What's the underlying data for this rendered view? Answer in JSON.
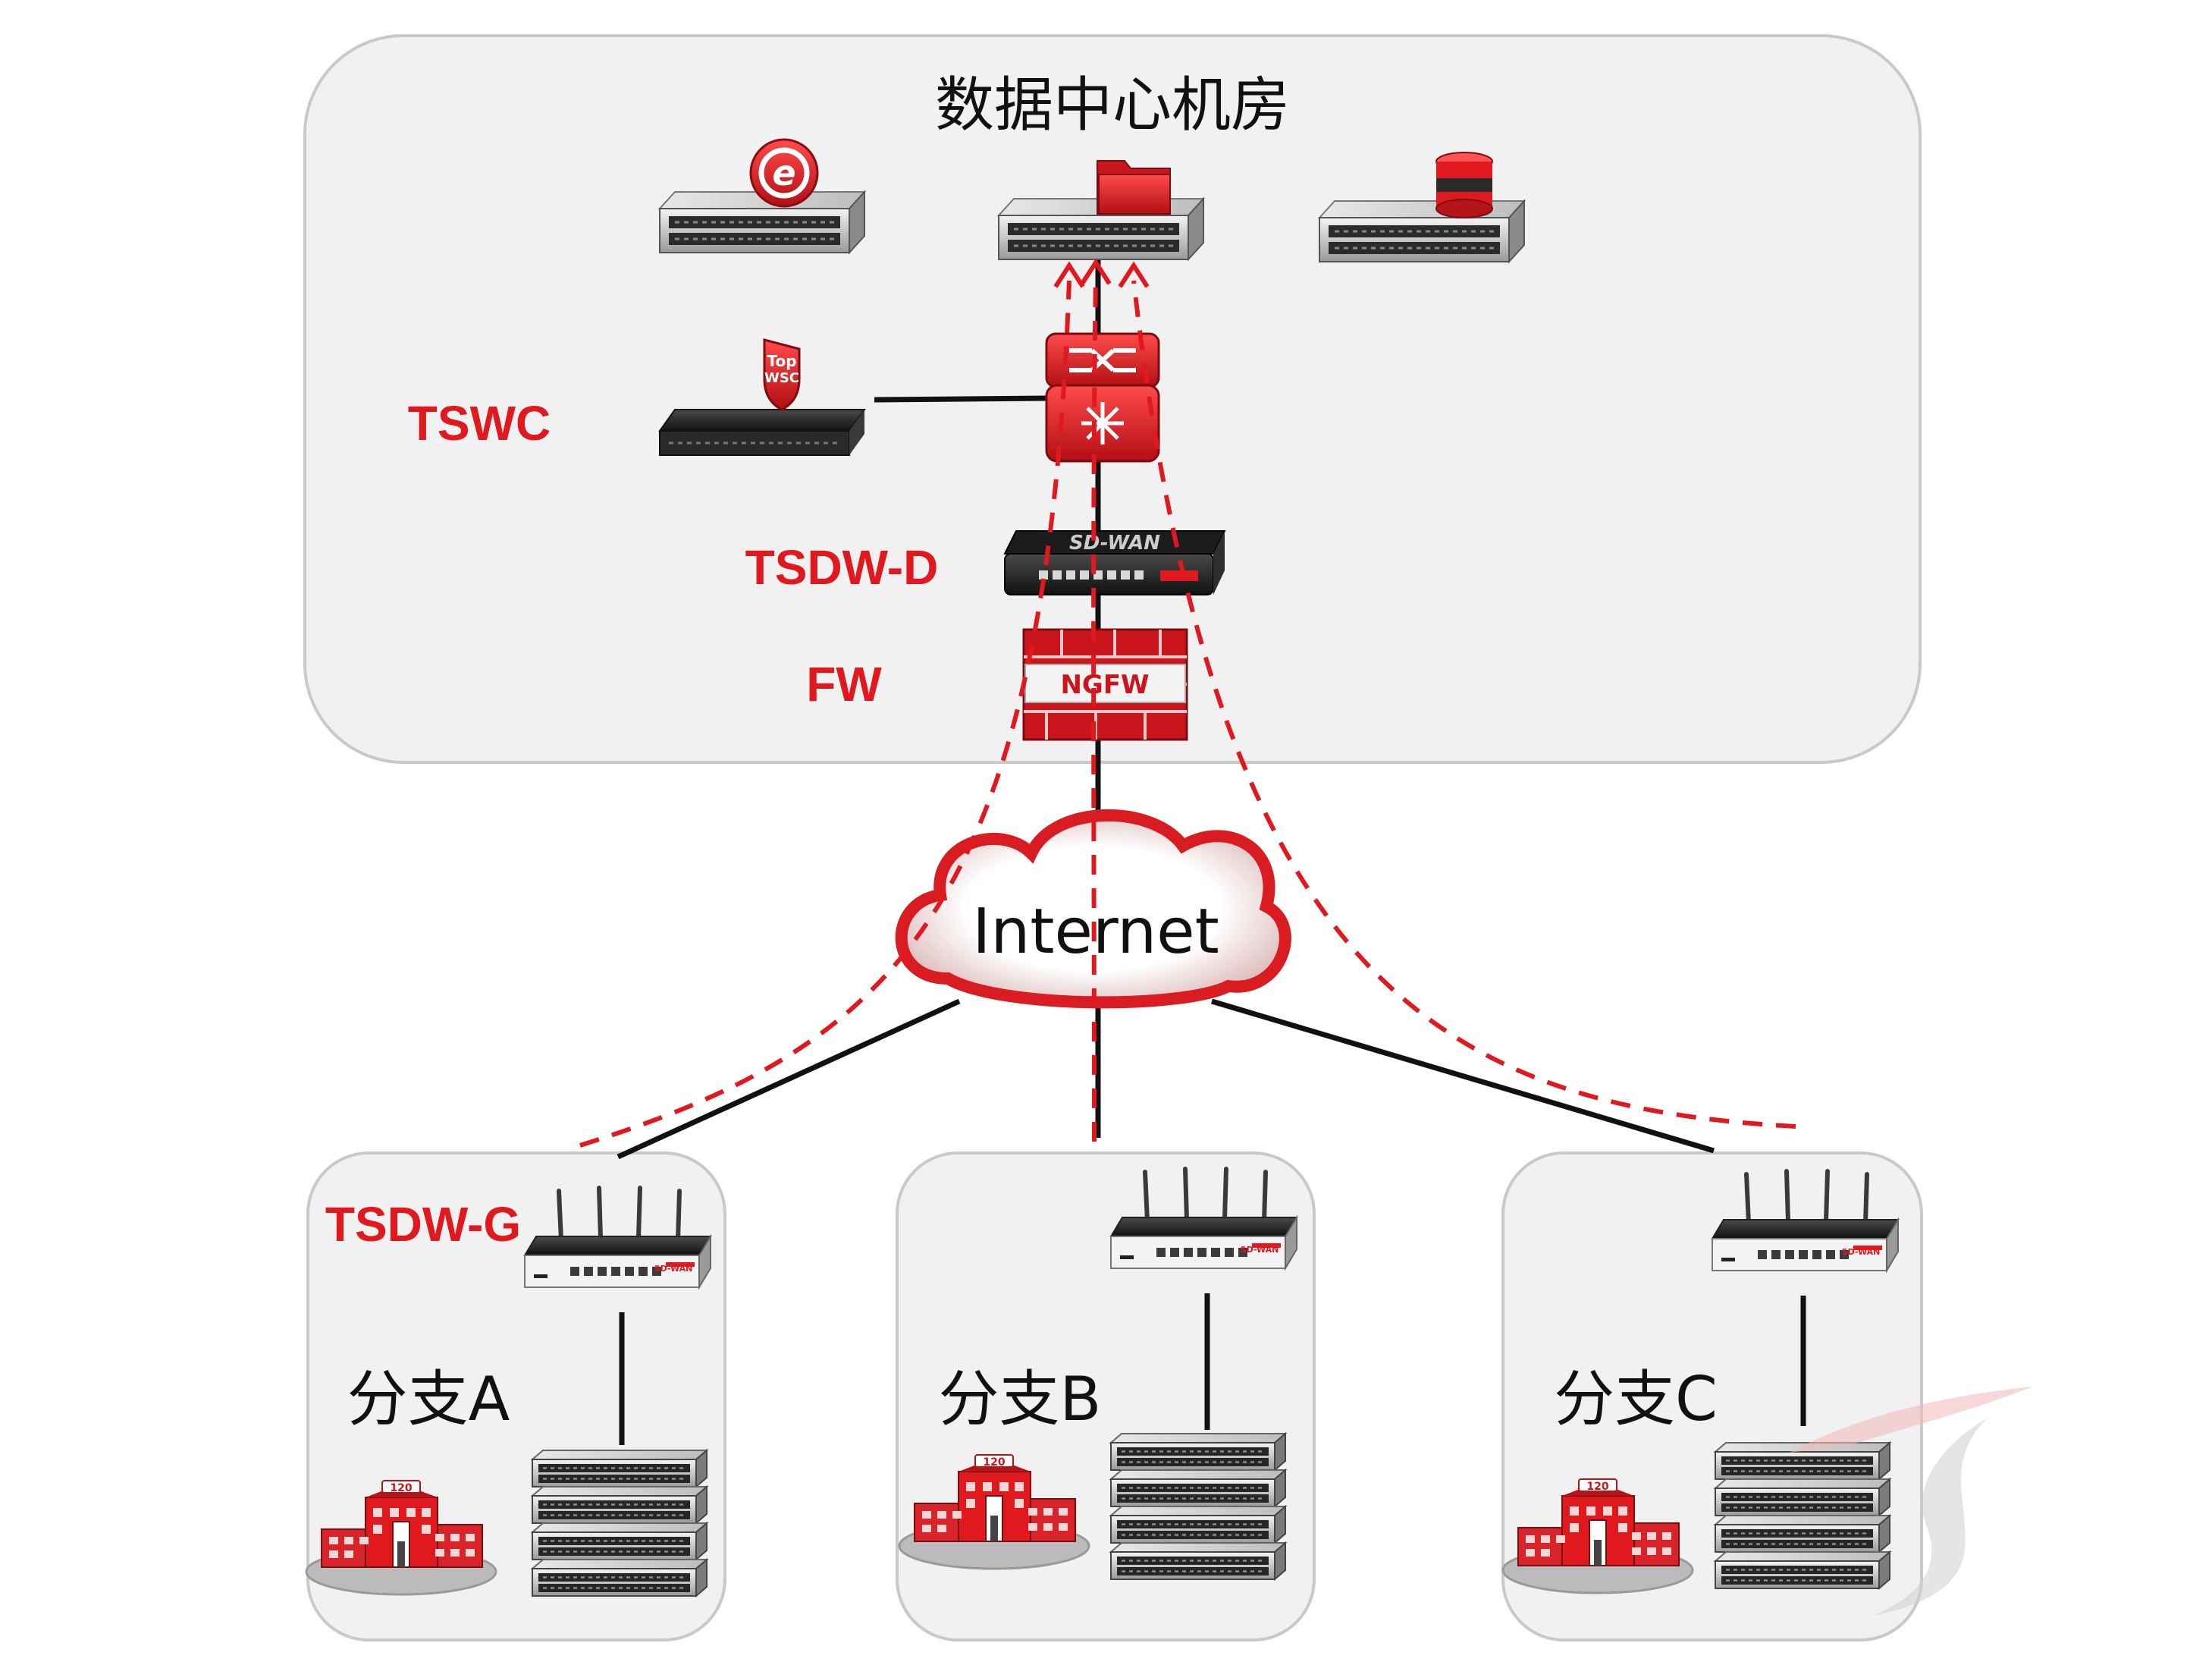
{
  "datacenter": {
    "title": "数据中心机房",
    "servers": [
      {
        "id": "web",
        "icon": "web-server-icon"
      },
      {
        "id": "file",
        "icon": "file-server-icon"
      },
      {
        "id": "db",
        "icon": "database-server-icon"
      }
    ],
    "devices": {
      "tswc": {
        "label": "TSWC",
        "badge_line1": "Top",
        "badge_line2": "WSC"
      },
      "tsdw_d": {
        "label": "TSDW-D",
        "device_text": "SD-WAN"
      },
      "fw": {
        "label": "FW",
        "device_text": "NGFW"
      }
    }
  },
  "internet": {
    "label": "Internet"
  },
  "branches": [
    {
      "id": "a",
      "title": "分支A",
      "gateway_label": "TSDW-G",
      "gateway_text": "SD-WAN"
    },
    {
      "id": "b",
      "title": "分支B",
      "gateway_label": "",
      "gateway_text": "SD-WAN"
    },
    {
      "id": "c",
      "title": "分支C",
      "gateway_label": "",
      "gateway_text": "SD-WAN"
    }
  ],
  "building_badge": "120",
  "colors": {
    "accent": "#e0191e",
    "panel": "#f1f1f1",
    "line": "#111111"
  }
}
